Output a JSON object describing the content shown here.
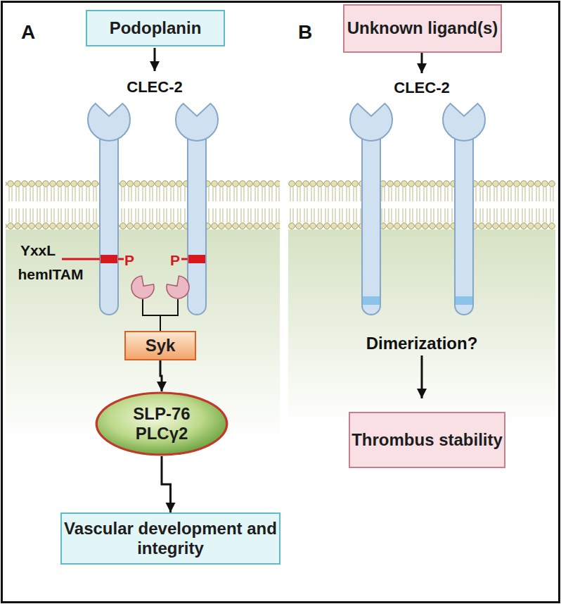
{
  "diagram": {
    "nodes": [
      {
        "text": [
          "Podoplanin"
        ]
      },
      {
        "text": [
          "Syk"
        ]
      },
      {
        "text": [
          "SLP-76 PLCγ2"
        ]
      },
      {
        "text": [
          "Vascular development and integrity"
        ]
      },
      {
        "text": [
          "Unknown ligand(s)"
        ]
      },
      {
        "text": [
          "Thrombus stability"
        ]
      }
    ],
    "edges": [
      {
        "from": 1,
        "to": 2,
        "arrow": "to"
      },
      {
        "from": 2,
        "to": 3,
        "arrow": "to"
      }
    ],
    "labels": [
      "A",
      "B",
      "CLEC-2",
      "CLEC-2",
      "YxxL",
      "hemITAM",
      "P",
      "P",
      "Dimerization?"
    ]
  }
}
